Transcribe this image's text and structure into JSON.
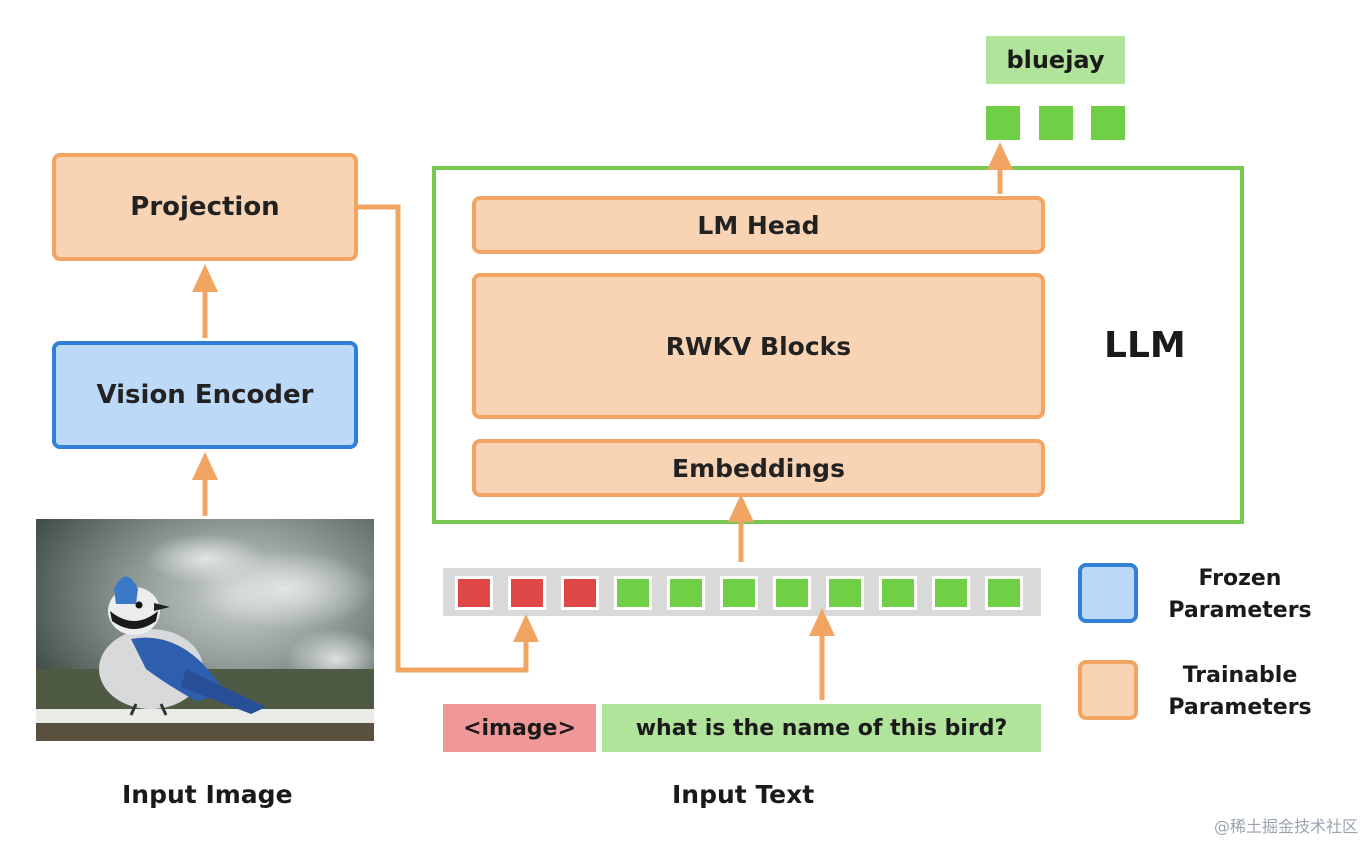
{
  "labels": {
    "projection": "Projection",
    "vision_encoder": "Vision Encoder",
    "lm_head": "LM Head",
    "rwkv_blocks": "RWKV Blocks",
    "embeddings": "Embeddings",
    "llm": "LLM",
    "output_word": "bluejay",
    "image_token": "<image>",
    "question": "what is the name of this bird?",
    "input_image": "Input Image",
    "input_text": "Input Text",
    "watermark": "@稀土掘金技术社区"
  },
  "legend": {
    "frozen_line1": "Frozen",
    "frozen_line2": "Parameters",
    "trainable_line1": "Trainable",
    "trainable_line2": "Parameters"
  },
  "tokens": {
    "image_token_count": 3,
    "text_token_count": 8,
    "output_token_count": 3
  },
  "colors": {
    "trainable_fill": "#f8d3b4",
    "trainable_border": "#f2a563",
    "frozen_fill": "#bcdaf7",
    "frozen_border": "#2f80d6",
    "llm_border": "#78c850",
    "image_token": "#e04848",
    "text_token": "#6fcf45",
    "arrow": "#f2a563"
  }
}
